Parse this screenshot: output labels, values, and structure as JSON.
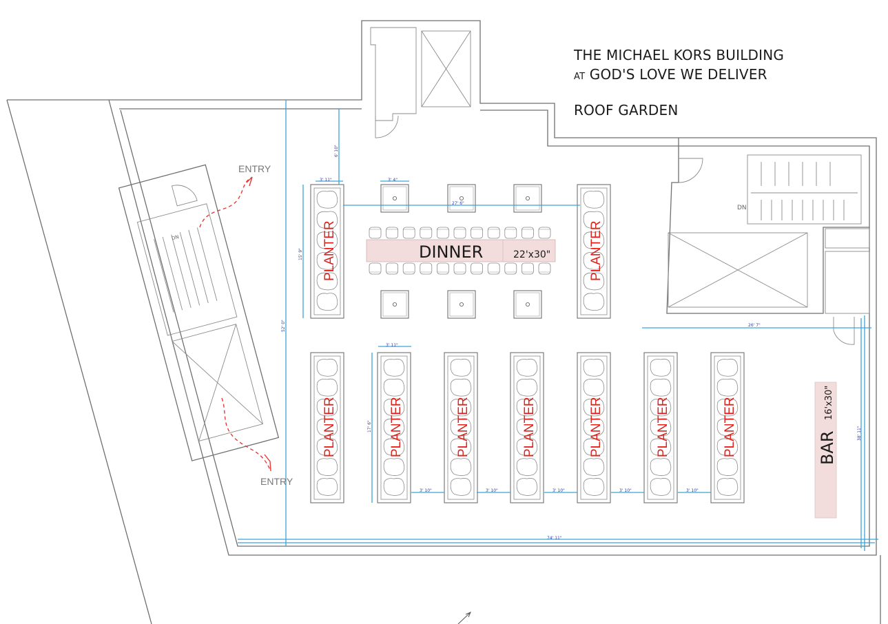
{
  "title": {
    "line1": "THE MICHAEL KORS BUILDING",
    "line2_prefix": "AT",
    "line2": "GOD'S LOVE WE DELIVER",
    "line3": "ROOF GARDEN"
  },
  "labels": {
    "entry_top": "ENTRY",
    "entry_bottom": "ENTRY",
    "stair_dn_right": "DN",
    "stair_dn_left": "DN"
  },
  "planter_label": "PLANTER",
  "dinner": {
    "label": "DINNER",
    "size": "22'x30\""
  },
  "bar": {
    "label": "BAR",
    "size": "16'x30\""
  },
  "dimensions": {
    "top_gap": "6' 10\"",
    "planter_width_top": "3' 11\"",
    "table_width": "3' 4\"",
    "between_planters": "27' 6\"",
    "planter_length_top": "15' 9\"",
    "overall_height": "52' 0\"",
    "right_span": "26' 7\"",
    "planter_width_bottom": "3' 11\"",
    "planter_length_bottom": "17' 6\"",
    "aisle_1": "3' 10\"",
    "aisle_2": "3' 10\"",
    "aisle_3": "3' 10\"",
    "aisle_4": "3' 10\"",
    "aisle_5": "3' 10\"",
    "right_height": "38' 11\"",
    "overall_width": "74' 11\""
  },
  "colors": {
    "wall": "#6f6f6f",
    "dimension": "#3aa3d9",
    "dimension_text": "#2b3fa8",
    "planter_text": "#e0211c",
    "table_fill": "#f2dcdc",
    "entry_arrow": "#e23b3b"
  }
}
